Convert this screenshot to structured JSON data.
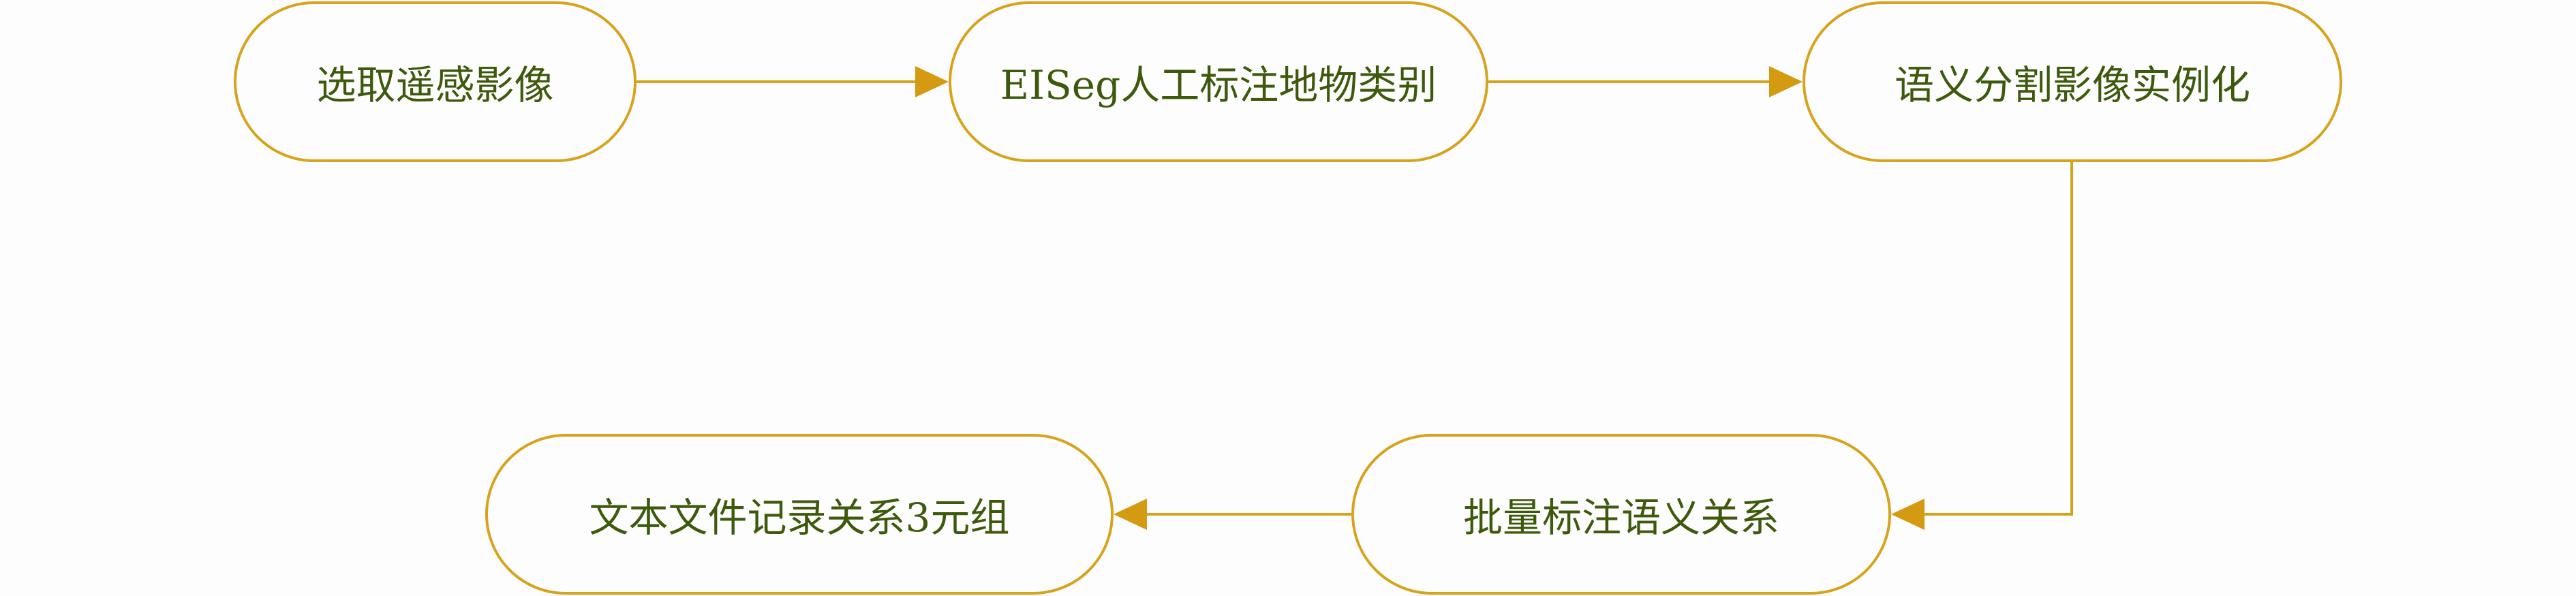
{
  "diagram": {
    "colors": {
      "border": "#d8a31c",
      "line": "#d8a31c",
      "arrowhead": "#d49a12",
      "text": "#3d5a0c",
      "background": "#fdfdfd"
    },
    "nodes": [
      {
        "id": "select-imagery",
        "label": "选取遥感影像"
      },
      {
        "id": "eiseg-annotation",
        "label": "EISeg人工标注地物类别"
      },
      {
        "id": "semantic-instantiation",
        "label": "语义分割影像实例化"
      },
      {
        "id": "batch-relation-annotation",
        "label": "批量标注语义关系"
      },
      {
        "id": "text-triples",
        "label": "文本文件记录关系3元组"
      }
    ],
    "edges": [
      {
        "from": "select-imagery",
        "to": "eiseg-annotation"
      },
      {
        "from": "eiseg-annotation",
        "to": "semantic-instantiation"
      },
      {
        "from": "semantic-instantiation",
        "to": "batch-relation-annotation"
      },
      {
        "from": "batch-relation-annotation",
        "to": "text-triples"
      }
    ]
  }
}
